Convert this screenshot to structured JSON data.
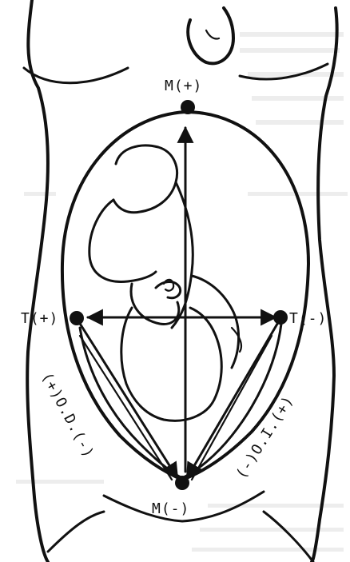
{
  "diagram": {
    "labels": {
      "top": "M(+)",
      "left": "T(+)",
      "right": "T(-)",
      "bottom": "M(-)",
      "left_diagonal": "(+)O.D.(-)",
      "right_diagonal": "(-)O.I.(+)"
    },
    "colors": {
      "ink": "#111111",
      "paper": "#ffffff",
      "bleed_through": "#b8b8b8"
    }
  }
}
